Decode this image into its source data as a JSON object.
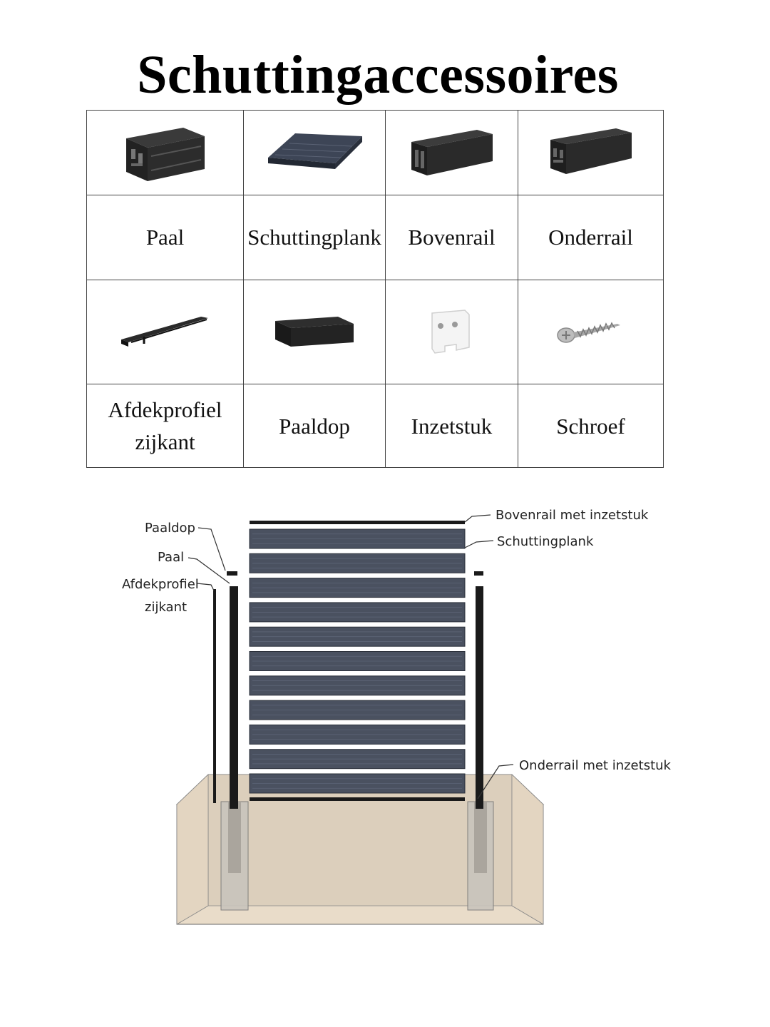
{
  "title": "Schuttingaccessoires",
  "products": [
    {
      "label": "Paal",
      "icon": "post-profile-icon"
    },
    {
      "label": "Schuttingplank",
      "icon": "fence-board-icon"
    },
    {
      "label": "Bovenrail",
      "icon": "top-rail-icon"
    },
    {
      "label": "Onderrail",
      "icon": "bottom-rail-icon"
    },
    {
      "label_lines": [
        "Afdekprofiel",
        "zijkant"
      ],
      "icon": "side-cover-profile-icon"
    },
    {
      "label": "Paaldop",
      "icon": "post-cap-icon"
    },
    {
      "label": "Inzetstuk",
      "icon": "insert-piece-icon"
    },
    {
      "label": "Schroef",
      "icon": "screw-icon"
    }
  ],
  "diagram": {
    "labels": {
      "paaldop": "Paaldop",
      "paal": "Paal",
      "afdekprofiel_1": "Afdekprofiel",
      "afdekprofiel_2": "zijkant",
      "bovenrail": "Bovenrail met inzetstuk",
      "schuttingplank": "Schuttingplank",
      "onderrail": "Onderrail met inzetstuk"
    },
    "board_count": 11
  },
  "colors": {
    "board": "#4a5160",
    "rail": "#1a1a1a",
    "concrete": "#e8dccb",
    "text": "#111111"
  }
}
